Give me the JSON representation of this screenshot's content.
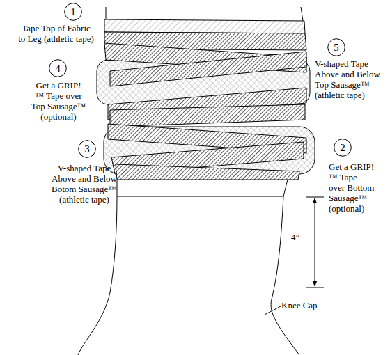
{
  "diagram": {
    "nodes": [
      {
        "text": [
          "1",
          "Tape Top of Fabric to Leg (athletic tape)"
        ]
      },
      {
        "text": [
          "5",
          "V-shaped Tape Above and Below Top Sausage™ (athletic tape)"
        ]
      },
      {
        "text": [
          "4",
          "Get a GRIP!™ Tape over Top Sausage™ (optional)"
        ]
      },
      {
        "text": [
          "3",
          "V-shaped Tape Above and Below Botom Sausage™ (athletic tape)"
        ]
      },
      {
        "text": [
          "2",
          "Get a GRIP!™ Tape over Bottom Sausage™ (optional)"
        ]
      }
    ],
    "labels": [
      "4”",
      "Knee Cap"
    ]
  }
}
